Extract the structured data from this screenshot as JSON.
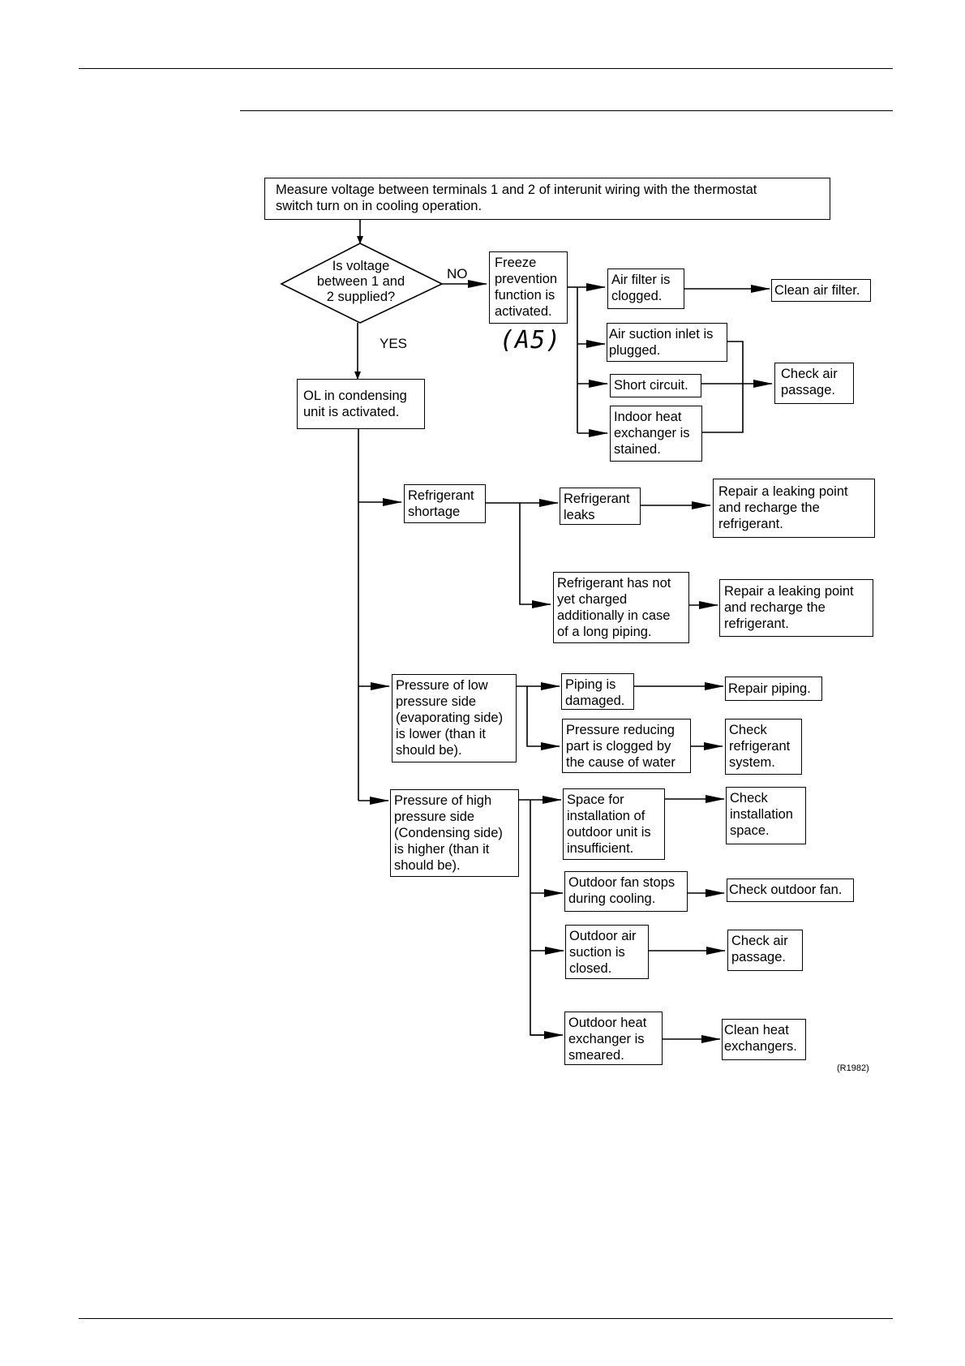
{
  "start": "Measure voltage between terminals 1 and 2 of interunit wiring with the thermostat\nswitch turn on in cooling operation.",
  "decision": {
    "question": "Is voltage\nbetween 1 and\n2 supplied?",
    "no_label": "NO",
    "yes_label": "YES"
  },
  "freeze_branch": {
    "cause": "Freeze\nprevention\nfunction is\nactivated.",
    "code": "(A5)",
    "items": [
      "Air filter is\nclogged.",
      "Air suction inlet is\nplugged.",
      "Short circuit.",
      "Indoor heat\nexchanger is\nstained."
    ],
    "actions": [
      "Clean air filter.",
      "Check air\npassage."
    ]
  },
  "ol_branch": {
    "cause": "OL in condensing\nunit is activated.",
    "refrigerant": {
      "cause": "Refrigerant\nshortage",
      "items": [
        "Refrigerant\nleaks",
        "Refrigerant has not\nyet charged\nadditionally in case\nof a long piping."
      ],
      "actions": [
        "Repair a leaking point\nand recharge the\nrefrigerant.",
        "Repair a leaking point\nand recharge the\nrefrigerant."
      ]
    },
    "low_pressure": {
      "cause": "Pressure of low\npressure side\n(evaporating side)\nis lower (than it\nshould be).",
      "items": [
        "Piping is\ndamaged.",
        "Pressure reducing\npart is clogged by\nthe cause of water"
      ],
      "actions": [
        "Repair piping.",
        "Check\nrefrigerant\nsystem."
      ]
    },
    "high_pressure": {
      "cause": "Pressure of high\npressure side\n(Condensing side)\nis higher (than it\nshould be).",
      "items": [
        "Space for\ninstallation of\noutdoor unit is\ninsufficient.",
        "Outdoor fan stops\nduring cooling.",
        "Outdoor air\nsuction is\nclosed.",
        "Outdoor heat\nexchanger is\nsmeared."
      ],
      "actions": [
        "Check\ninstallation\nspace.",
        "Check outdoor fan.",
        "Check air\npassage.",
        "Clean heat\nexchangers."
      ]
    }
  },
  "figure_ref": "(R1982)"
}
